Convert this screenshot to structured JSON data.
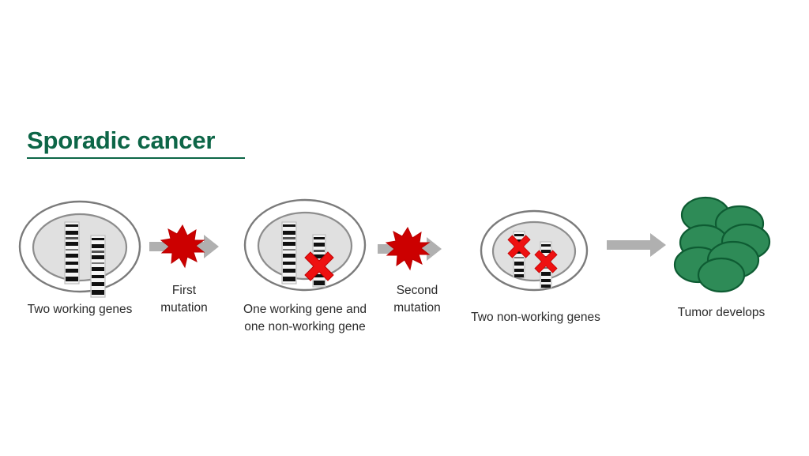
{
  "slide": {
    "title": "Sporadic cancer",
    "background_color": "#ffffff",
    "title_color": "#0d6647"
  },
  "colors": {
    "title_green": "#0d6647",
    "tumor_fill": "#2e8b57",
    "tumor_stroke": "#0e5c33",
    "arrow_gray": "#b0b0b0",
    "mutation_red": "#d90000",
    "x_red": "#ee1111",
    "cell_outer_stroke": "#777777",
    "nucleus_fill": "#e0e0e0",
    "nucleus_stroke": "#8d8d8d",
    "chromosome_dark": "#111111",
    "chromosome_light": "#f2f2f2",
    "text_color": "#2b2b2b"
  },
  "stages": [
    {
      "id": "stage-1",
      "kind": "cell",
      "caption": "Two working genes",
      "chromosomes": 2,
      "mutations": 0
    },
    {
      "id": "arrow-1",
      "kind": "mutation-arrow",
      "caption": "First\nmutation",
      "has_starburst": true
    },
    {
      "id": "stage-2",
      "kind": "cell",
      "caption": "One working gene and\none non-working gene",
      "chromosomes": 2,
      "mutations": 1
    },
    {
      "id": "arrow-2",
      "kind": "mutation-arrow",
      "caption": "Second\nmutation",
      "has_starburst": true
    },
    {
      "id": "stage-3",
      "kind": "cell",
      "caption": "Two non-working genes",
      "chromosomes": 2,
      "mutations": 2
    },
    {
      "id": "arrow-3",
      "kind": "plain-arrow",
      "caption": "",
      "has_starburst": false
    },
    {
      "id": "stage-4",
      "kind": "tumor",
      "caption": "Tumor develops",
      "cell_count": 7
    }
  ]
}
